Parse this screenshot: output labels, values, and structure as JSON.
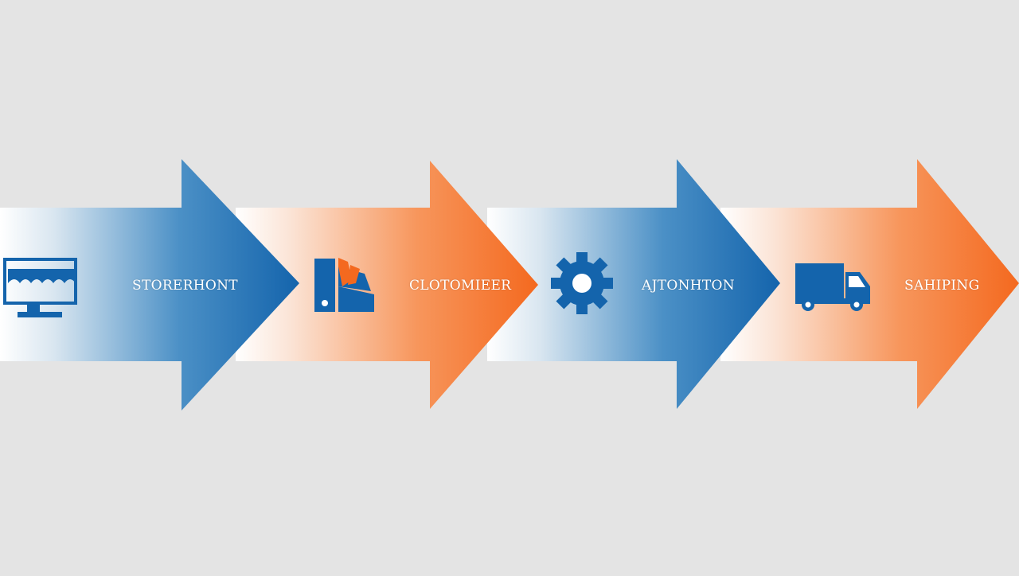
{
  "diagram": {
    "colors": {
      "background": "#e4e4e4",
      "blue": "#1464ac",
      "orange": "#f4691f",
      "fade": "#ffffff"
    },
    "steps": [
      {
        "id": "storefront",
        "label": "STORERHONT",
        "icon": "monitor-icon",
        "color": "blue"
      },
      {
        "id": "customizer",
        "label": "CLOTOMIEER",
        "icon": "color-swatch-icon",
        "color": "orange"
      },
      {
        "id": "automation",
        "label": "AJTONHTON",
        "icon": "gear-icon",
        "color": "blue"
      },
      {
        "id": "shipping",
        "label": "SAHIPING",
        "icon": "delivery-truck-icon",
        "color": "orange"
      }
    ]
  }
}
